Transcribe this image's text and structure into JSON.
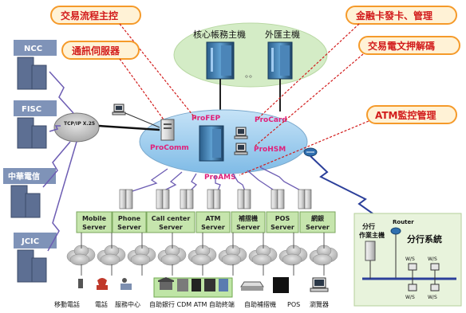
{
  "callouts": {
    "transaction_flow": "交易流程主控",
    "comm_server": "通訊伺服器",
    "card_issuing": "金融卡發卡、管理",
    "encryption": "交易電文押解碼",
    "atm_monitor": "ATM監控管理"
  },
  "host_cluster": {
    "core_host": "核心帳務主機",
    "fx_host": "外匯主機",
    "dots": "。。"
  },
  "external": {
    "ncc": "NCC",
    "fisc": "FISC",
    "cht": "中華電信",
    "jcic": "JCIC",
    "network": "TCP/IP X.25"
  },
  "central": {
    "profep": "ProFEP",
    "procard": "ProCard",
    "procomm": "ProComm",
    "prohsm": "ProHSM",
    "proams": "ProAMS"
  },
  "servers": [
    {
      "line1": "Mobile",
      "line2": "Server"
    },
    {
      "line1": "Phone",
      "line2": "Server"
    },
    {
      "line1": "Call center",
      "line2": "Server"
    },
    {
      "line1": "ATM",
      "line2": "Server"
    },
    {
      "line1": "補摺機",
      "line2": "Server"
    },
    {
      "line1": "POS",
      "line2": "Server"
    },
    {
      "line1": "網銀",
      "line2": "Server"
    }
  ],
  "channels": {
    "mobile": "移動電話",
    "phone": "電話",
    "service_center": "服務中心",
    "self_service": "自助銀行 CDM ATM 自助終端",
    "passbook": "自助補摺機",
    "pos": "POS",
    "browser": "瀏覽器"
  },
  "branch": {
    "router": "Router",
    "host_line1": "分行",
    "host_line2": "作業主機",
    "title": "分行系統",
    "ws": "W/S"
  },
  "colors": {
    "callout_text": "#d21c1c",
    "callout_bg": "#fff2d6",
    "callout_border": "#f59a2a",
    "cloud_center": "#a9d3f0",
    "host_ellipse": "#d4ecc6",
    "server_label_bg": "#c6e5ad",
    "external_box": "#7f93b8",
    "branch_panel": "#e8f3dc"
  }
}
